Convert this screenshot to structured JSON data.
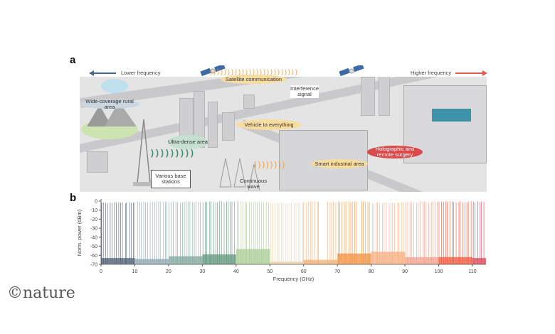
{
  "panel_a": {
    "label": "a",
    "lower_frequency": "Lower frequency",
    "higher_frequency": "Higher frequency",
    "labels": {
      "satellite": "Satellite communication",
      "rural": "Wide-coverage rural area",
      "interference": "Interference signal",
      "v2x": "Vehicle to everything",
      "ultra_dense": "Ultra-dense area",
      "holographic": "Holographic and remote surgery",
      "industrial": "Smart industrial area",
      "base_stations": "Various base stations",
      "continuous_wave": "Continuous wave"
    },
    "colors": {
      "lower": "#4a6a8a",
      "higher": "#e05a5a",
      "wave_green": "#3f8f6a",
      "wave_orange": "#f39a2c"
    }
  },
  "panel_b": {
    "label": "b"
  },
  "credit": "©nature",
  "chart_data": {
    "type": "line",
    "title": "",
    "xlabel": "Frequency (GHz)",
    "ylabel": "Norm. power (dBm)",
    "xlim": [
      0,
      114
    ],
    "ylim": [
      -70,
      0
    ],
    "xticks": [
      0,
      10,
      20,
      30,
      40,
      50,
      60,
      70,
      80,
      90,
      100,
      110
    ],
    "yticks": [
      0,
      -10,
      -20,
      -30,
      -40,
      -50,
      -60,
      -70
    ],
    "segments": [
      {
        "range": [
          0,
          10
        ],
        "noise_floor": -63,
        "peak": -1,
        "color": "#4b5c73"
      },
      {
        "range": [
          10,
          20
        ],
        "noise_floor": -64,
        "peak": 0,
        "color": "#8ea6b3"
      },
      {
        "range": [
          20,
          30
        ],
        "noise_floor": -61,
        "peak": 0,
        "color": "#7ea79b"
      },
      {
        "range": [
          30,
          40
        ],
        "noise_floor": -59,
        "peak": 0,
        "color": "#5d957a"
      },
      {
        "range": [
          40,
          50
        ],
        "noise_floor": -53,
        "peak": 0,
        "color": "#a9cc96"
      },
      {
        "range": [
          50,
          60
        ],
        "noise_floor": -67,
        "peak": -1,
        "color": "#e9cda4"
      },
      {
        "range": [
          60,
          70
        ],
        "noise_floor": -65,
        "peak": 0,
        "color": "#f2ad73"
      },
      {
        "range": [
          70,
          80
        ],
        "noise_floor": -58,
        "peak": 0,
        "color": "#f0903f"
      },
      {
        "range": [
          80,
          90
        ],
        "noise_floor": -56,
        "peak": -1,
        "color": "#f6ae7e"
      },
      {
        "range": [
          90,
          100
        ],
        "noise_floor": -62,
        "peak": 0,
        "color": "#f2a08c"
      },
      {
        "range": [
          100,
          110
        ],
        "noise_floor": -62,
        "peak": 0,
        "color": "#f2553a"
      },
      {
        "range": [
          110,
          114
        ],
        "noise_floor": -63,
        "peak": 0,
        "color": "#d84452"
      }
    ],
    "gaps_without_tones": [
      [
        64.5,
        67
      ],
      [
        76,
        77
      ]
    ]
  }
}
